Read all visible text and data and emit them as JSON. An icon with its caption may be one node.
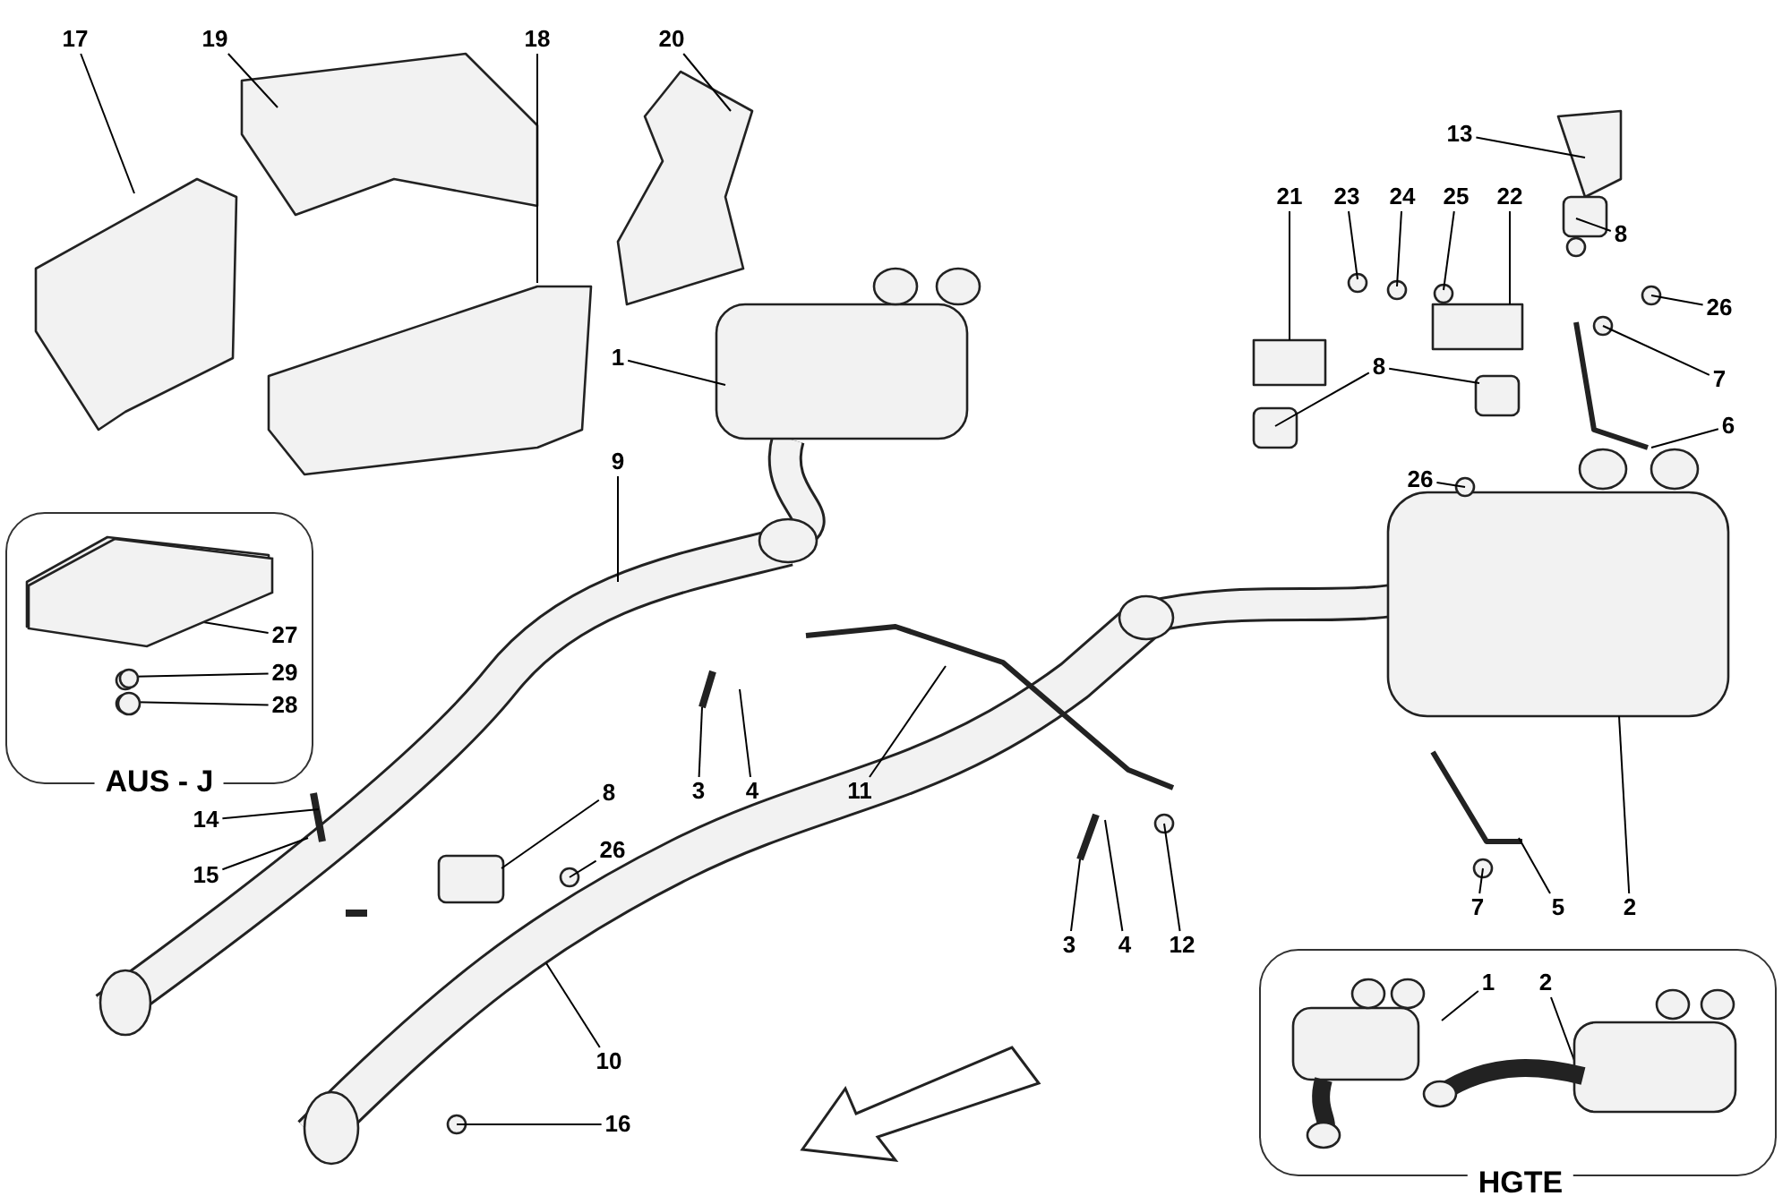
{
  "diagram": {
    "nodes": [
      {
        "text": [
          "17"
        ]
      },
      {
        "text": [
          "19"
        ]
      },
      {
        "text": [
          "18"
        ]
      },
      {
        "text": [
          "20"
        ]
      },
      {
        "text": [
          "13"
        ]
      },
      {
        "text": [
          "21"
        ]
      },
      {
        "text": [
          "23"
        ]
      },
      {
        "text": [
          "24"
        ]
      },
      {
        "text": [
          "25"
        ]
      },
      {
        "text": [
          "22"
        ]
      },
      {
        "text": [
          "8"
        ]
      },
      {
        "text": [
          "26"
        ]
      },
      {
        "text": [
          "1"
        ]
      },
      {
        "text": [
          "7"
        ]
      },
      {
        "text": [
          "8"
        ]
      },
      {
        "text": [
          "26"
        ]
      },
      {
        "text": [
          "6"
        ]
      },
      {
        "text": [
          "9"
        ]
      },
      {
        "text": [
          "AUS - J"
        ]
      },
      {
        "text": [
          "27"
        ],
        "in": 18
      },
      {
        "text": [
          "29"
        ],
        "in": 18
      },
      {
        "text": [
          "28"
        ],
        "in": 18
      },
      {
        "text": [
          "3"
        ]
      },
      {
        "text": [
          "4"
        ]
      },
      {
        "text": [
          "11"
        ]
      },
      {
        "text": [
          "14"
        ]
      },
      {
        "text": [
          "8"
        ]
      },
      {
        "text": [
          "26"
        ]
      },
      {
        "text": [
          "15"
        ]
      },
      {
        "text": [
          "7"
        ]
      },
      {
        "text": [
          "5"
        ]
      },
      {
        "text": [
          "2"
        ]
      },
      {
        "text": [
          "3"
        ]
      },
      {
        "text": [
          "4"
        ]
      },
      {
        "text": [
          "12"
        ]
      },
      {
        "text": [
          "10"
        ]
      },
      {
        "text": [
          "16"
        ]
      },
      {
        "text": [
          "HGTE"
        ]
      },
      {
        "text": [
          "1"
        ],
        "in": 37
      },
      {
        "text": [
          "2"
        ],
        "in": 37
      }
    ],
    "edges": [
      {
        "from": 0,
        "to": null,
        "arrow": "none"
      },
      {
        "from": 1,
        "to": null,
        "arrow": "none"
      },
      {
        "from": 2,
        "to": null,
        "arrow": "none"
      },
      {
        "from": 3,
        "to": null,
        "arrow": "none"
      },
      {
        "from": 4,
        "to": null,
        "arrow": "none"
      },
      {
        "from": 5,
        "to": null,
        "arrow": "none"
      },
      {
        "from": 6,
        "to": null,
        "arrow": "none"
      },
      {
        "from": 7,
        "to": null,
        "arrow": "none"
      },
      {
        "from": 8,
        "to": null,
        "arrow": "none"
      },
      {
        "from": 9,
        "to": null,
        "arrow": "none"
      },
      {
        "from": 10,
        "to": null,
        "arrow": "none"
      },
      {
        "from": 11,
        "to": null,
        "arrow": "none"
      },
      {
        "from": 12,
        "to": null,
        "arrow": "none"
      },
      {
        "from": 13,
        "to": null,
        "arrow": "none"
      },
      {
        "from": 14,
        "to": null,
        "arrow": "none"
      },
      {
        "from": 14,
        "to": null,
        "arrow": "none"
      },
      {
        "from": 15,
        "to": null,
        "arrow": "none"
      },
      {
        "from": 16,
        "to": null,
        "arrow": "none"
      },
      {
        "from": 17,
        "to": null,
        "arrow": "none"
      },
      {
        "from": 19,
        "to": null,
        "arrow": "none"
      },
      {
        "from": 20,
        "to": null,
        "arrow": "none"
      },
      {
        "from": 21,
        "to": null,
        "arrow": "none"
      },
      {
        "from": 22,
        "to": null,
        "arrow": "none"
      },
      {
        "from": 23,
        "to": null,
        "arrow": "none"
      },
      {
        "from": 24,
        "to": null,
        "arrow": "none"
      },
      {
        "from": 25,
        "to": null,
        "arrow": "none"
      },
      {
        "from": 26,
        "to": null,
        "arrow": "none"
      },
      {
        "from": 27,
        "to": null,
        "arrow": "none"
      },
      {
        "from": 28,
        "to": null,
        "arrow": "none"
      },
      {
        "from": 29,
        "to": null,
        "arrow": "none"
      },
      {
        "from": 30,
        "to": null,
        "arrow": "none"
      },
      {
        "from": 31,
        "to": null,
        "arrow": "none"
      },
      {
        "from": 32,
        "to": null,
        "arrow": "none"
      },
      {
        "from": 33,
        "to": null,
        "arrow": "none"
      },
      {
        "from": 34,
        "to": null,
        "arrow": "none"
      },
      {
        "from": 35,
        "to": null,
        "arrow": "none"
      },
      {
        "from": 36,
        "to": null,
        "arrow": "none"
      },
      {
        "from": 38,
        "to": null,
        "arrow": "none"
      },
      {
        "from": 39,
        "to": null,
        "arrow": "none"
      }
    ]
  }
}
